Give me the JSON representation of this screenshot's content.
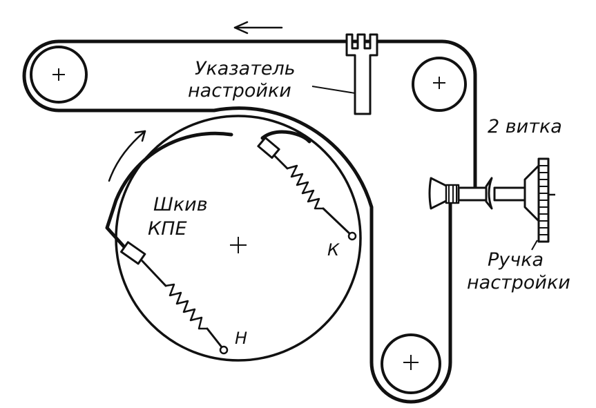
{
  "labels": {
    "pointer_line1": "Указатель",
    "pointer_line2": "настройки",
    "turns": "2 витка",
    "pulley_line1": "Шкив",
    "pulley_line2": "КПЕ",
    "knob_line1": "Ручка",
    "knob_line2": "настройки",
    "spring_end_k": "К",
    "spring_end_n": "Н"
  },
  "colors": {
    "ink": "#111111",
    "background": "#ffffff"
  }
}
